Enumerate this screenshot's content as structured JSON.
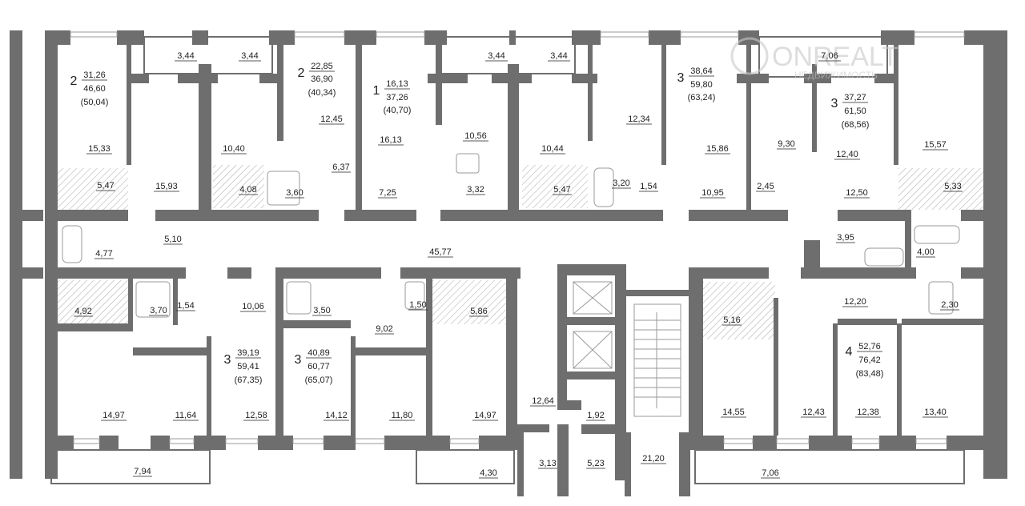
{
  "watermark": {
    "brand": "ONREALT",
    "sub": "НЕДВИЖИМОСТЬ"
  },
  "room_areas": [
    "3,44",
    "3,44",
    "3,44",
    "3,44",
    "7,06",
    "15,33",
    "5,47",
    "10,40",
    "4,08",
    "12,45",
    "3,60",
    "6,37",
    "16,13",
    "7,25",
    "10,56",
    "3,32",
    "10,44",
    "5,47",
    "12,34",
    "3,20",
    "1,54",
    "15,86",
    "10,95",
    "9,30",
    "2,45",
    "12,40",
    "12,50",
    "15,57",
    "5,33",
    "15,93",
    "5,10",
    "4,77",
    "45,77",
    "3,95",
    "4,00",
    "4,92",
    "3,70",
    "1,54",
    "10,06",
    "3,50",
    "1,50",
    "9,02",
    "5,86",
    "5,16",
    "12,20",
    "2,30",
    "14,97",
    "11,64",
    "12,58",
    "14,12",
    "11,80",
    "14,97",
    "12,64",
    "1,92",
    "14,55",
    "12,43",
    "12,38",
    "13,40",
    "7,94",
    "4,30",
    "3,13",
    "5,23",
    "21,20",
    "7,06"
  ],
  "apartments": [
    {
      "rooms": "2",
      "living": "31,26",
      "total": "46,60",
      "with_balcony": "(50,04)"
    },
    {
      "rooms": "2",
      "living": "22,85",
      "total": "36,90",
      "with_balcony": "(40,34)"
    },
    {
      "rooms": "1",
      "living": "16,13",
      "total": "37,26",
      "with_balcony": "(40,70)"
    },
    {
      "rooms": "3",
      "living": "38,64",
      "total": "59,80",
      "with_balcony": "(63,24)"
    },
    {
      "rooms": "3",
      "living": "37,27",
      "total": "61,50",
      "with_balcony": "(68,56)"
    },
    {
      "rooms": "3",
      "living": "39,19",
      "total": "59,41",
      "with_balcony": "(67,35)"
    },
    {
      "rooms": "3",
      "living": "40,89",
      "total": "60,77",
      "with_balcony": "(65,07)"
    },
    {
      "rooms": "4",
      "living": "52,76",
      "total": "76,42",
      "with_balcony": "(83,48)"
    }
  ]
}
